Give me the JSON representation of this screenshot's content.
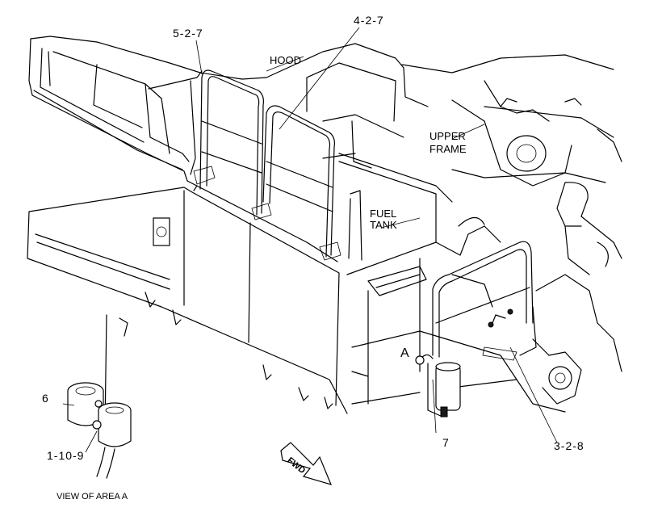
{
  "labels": {
    "hood": "HOOD",
    "upper_frame_1": "UPPER",
    "upper_frame_2": "FRAME",
    "fuel_tank_1": "FUEL",
    "fuel_tank_2": "TANK",
    "area_marker": "A",
    "fwd": "FWD",
    "view_caption": "VIEW OF AREA A"
  },
  "callouts": {
    "c_5_2_7": "5-2-7",
    "c_4_2_7": "4-2-7",
    "c_6": "6",
    "c_1_10_9": "1-10-9",
    "c_7": "7",
    "c_3_2_8": "3-2-8"
  }
}
